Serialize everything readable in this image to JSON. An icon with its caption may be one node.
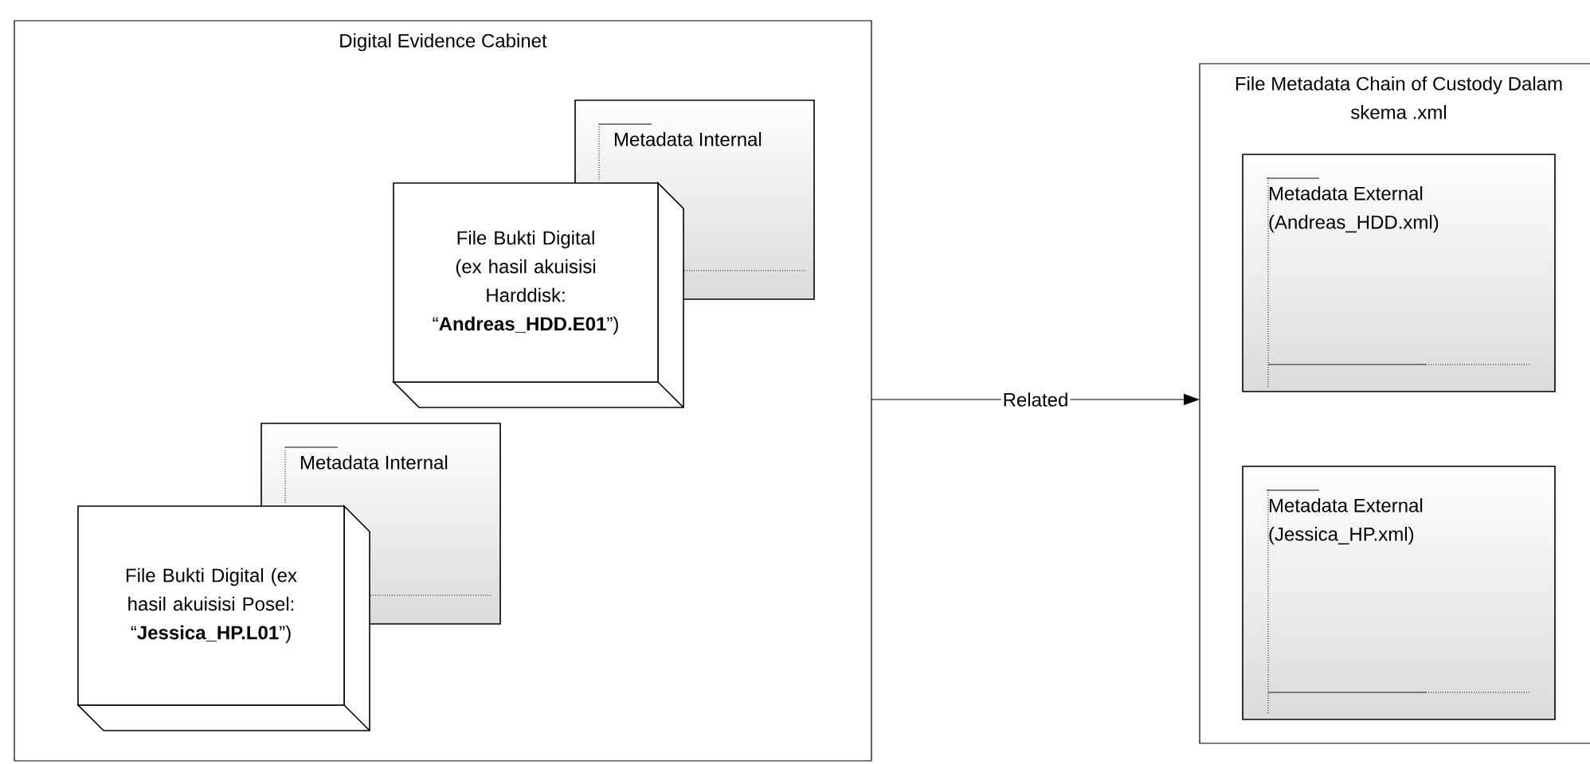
{
  "diagram": {
    "nodes": [
      {
        "text": [
          "Digital Evidence Cabinet"
        ]
      },
      {
        "text": [
          "Metadata Internal"
        ],
        "in": 0
      },
      {
        "text": [
          "File Bukti Digital (ex hasil akuisisi Harddisk: “**Andreas_HDD.E01**”)"
        ],
        "in": 0
      },
      {
        "text": [
          "Metadata Internal"
        ],
        "in": 0
      },
      {
        "text": [
          "File Bukti Digital (ex hasil akuisisi Posel: “**Jessica_HP.L01**”)"
        ],
        "in": 0
      },
      {
        "text": [
          "File Metadata Chain of Custody Dalam skema .xml"
        ]
      },
      {
        "text": [
          "Metadata External (Andreas_HDD.xml)"
        ],
        "in": 5
      },
      {
        "text": [
          "Metadata External (Jessica_HP.xml)"
        ],
        "in": 5
      }
    ],
    "edges": [
      {
        "from": 0,
        "to": 5,
        "arrow": "to",
        "label": "Related"
      }
    ]
  }
}
